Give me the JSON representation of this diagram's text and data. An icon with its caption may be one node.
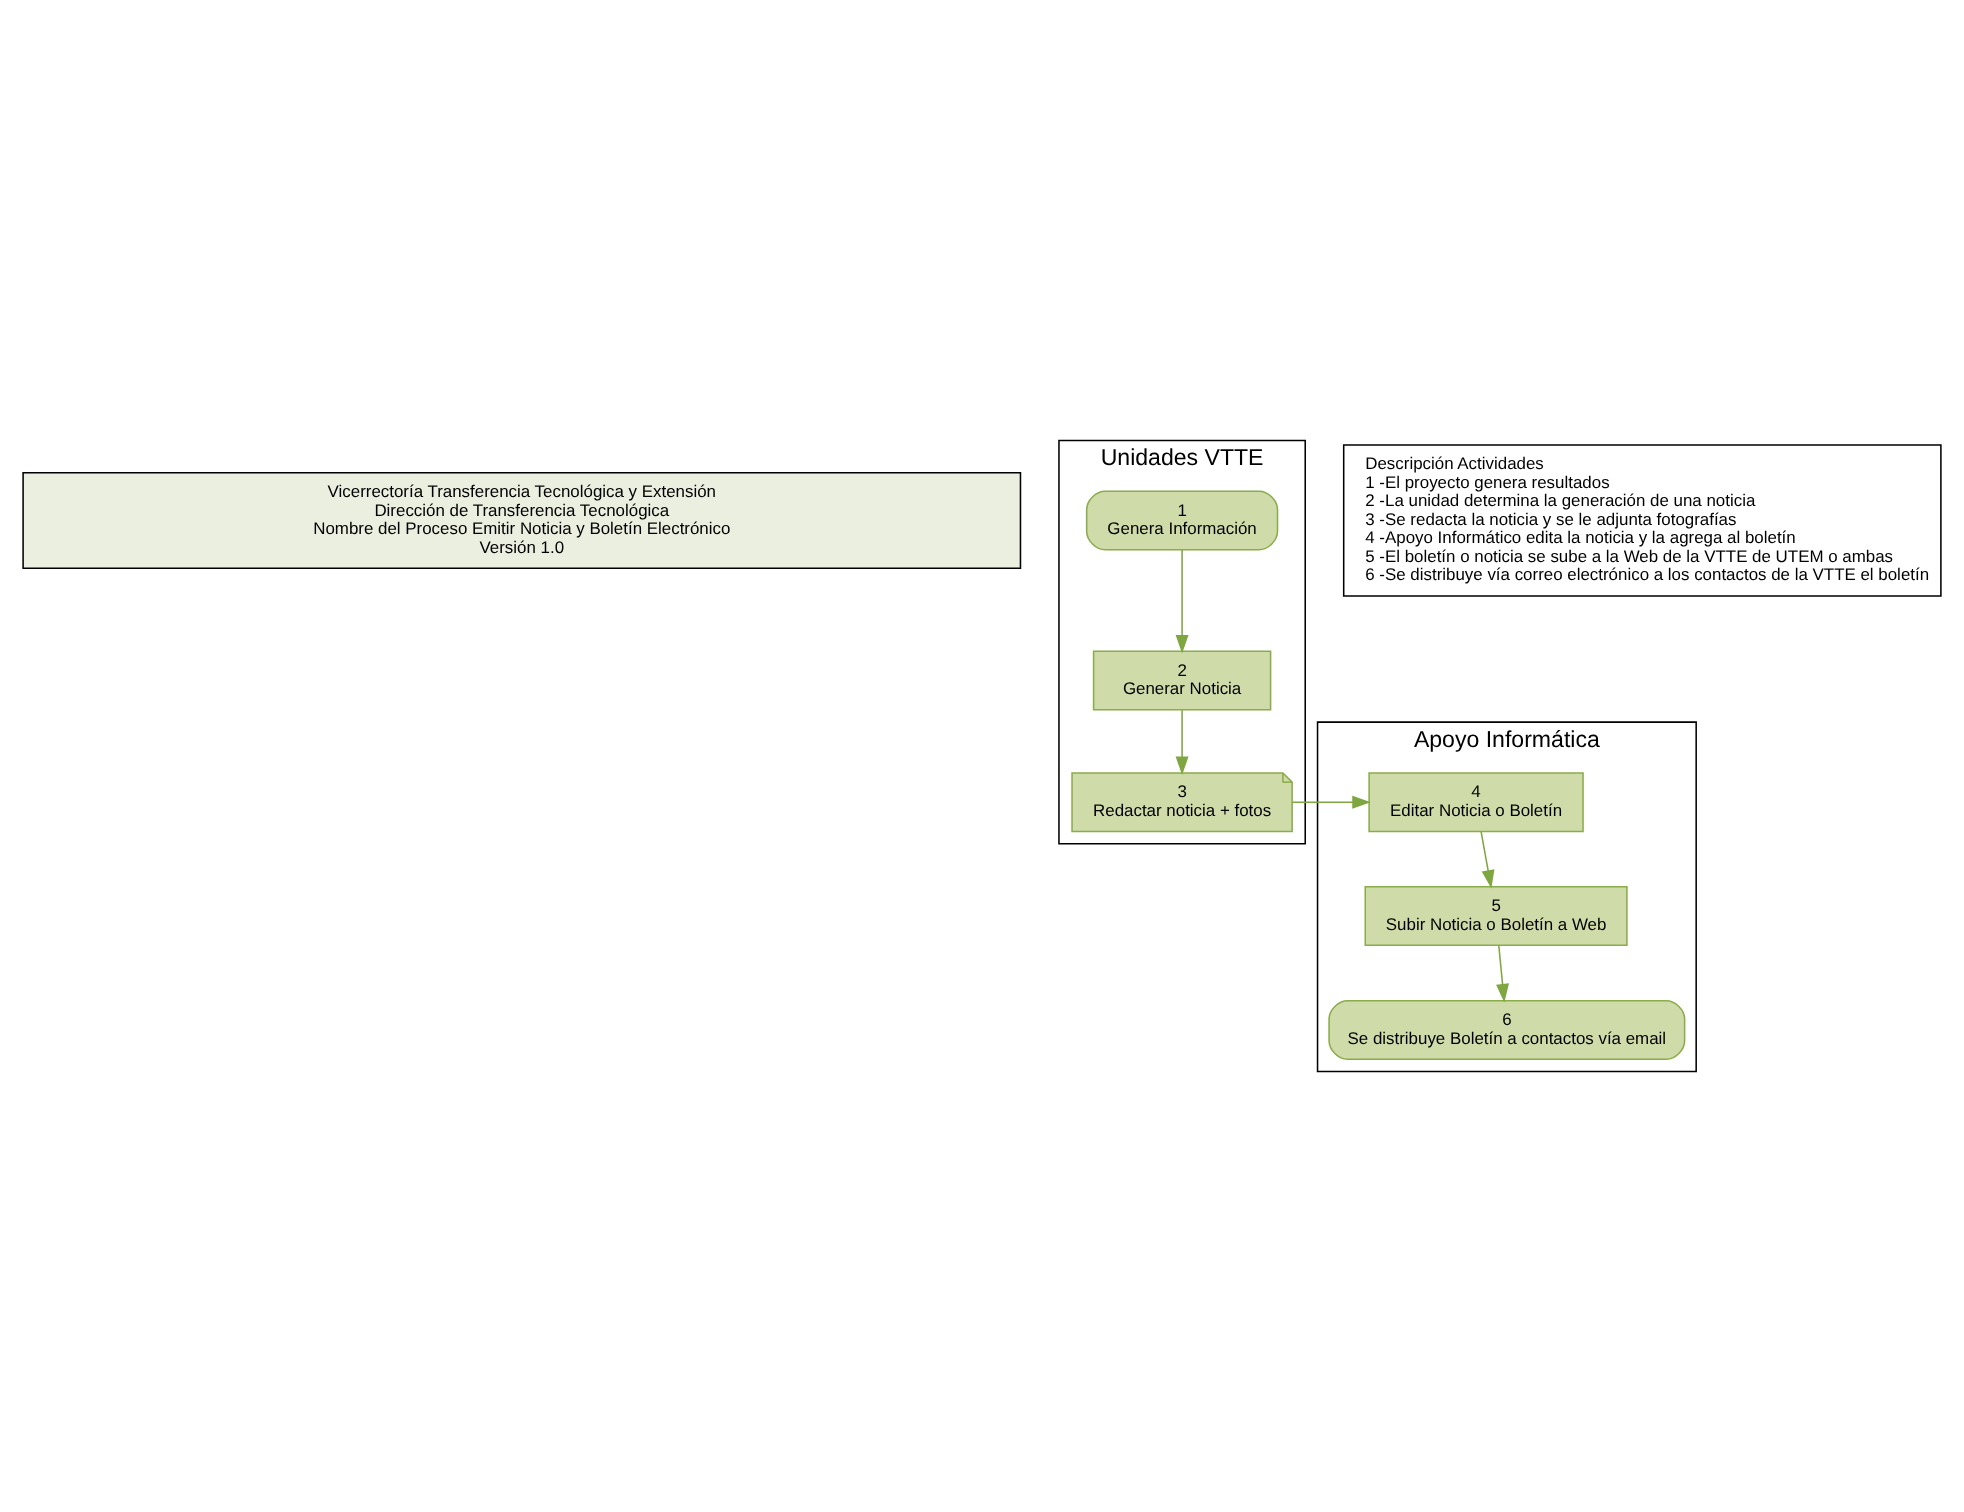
{
  "diagram": {
    "nodes": [
      {
        "text": [
          "Vicerrectoría Transferencia Tecnológica y Extensión",
          "Dirección de Transferencia Tecnológica",
          "Nombre del Proceso Emitir Noticia y Boletín Electrónico",
          "Versión 1.0"
        ]
      },
      {
        "text": [
          "Unidades VTTE"
        ]
      },
      {
        "text": [
          "Apoyo Informática"
        ]
      },
      {
        "text": [
          "Descripción Actividades",
          "1 -El proyecto genera resultados",
          "2 -La unidad determina la generación de una noticia",
          "3 -Se redacta la noticia y se le adjunta fotografías",
          "4 -Apoyo Informático edita la noticia y la agrega al boletín",
          "5 -El boletín o noticia se sube a la Web de la VTTE de UTEM o ambas",
          "6 -Se distribuye vía correo electrónico a los contactos de la VTTE el boletín"
        ]
      },
      {
        "text": [
          "1",
          "Genera Información"
        ],
        "in": 1
      },
      {
        "text": [
          "2",
          "Generar Noticia"
        ],
        "in": 1
      },
      {
        "text": [
          "3",
          "Redactar noticia + fotos"
        ],
        "in": 1
      },
      {
        "text": [
          "4",
          "Editar Noticia o Boletín"
        ],
        "in": 2
      },
      {
        "text": [
          "5",
          "Subir Noticia o Boletín a Web"
        ],
        "in": 2
      },
      {
        "text": [
          "6",
          "Se distribuye Boletín a contactos vía email"
        ],
        "in": 2
      }
    ],
    "edges": [
      {
        "from": 4,
        "to": 5,
        "arrow": "to"
      },
      {
        "from": 5,
        "to": 6,
        "arrow": "to"
      },
      {
        "from": 6,
        "to": 7,
        "arrow": "to"
      },
      {
        "from": 7,
        "to": 8,
        "arrow": "to"
      },
      {
        "from": 8,
        "to": 9,
        "arrow": "to"
      }
    ]
  }
}
